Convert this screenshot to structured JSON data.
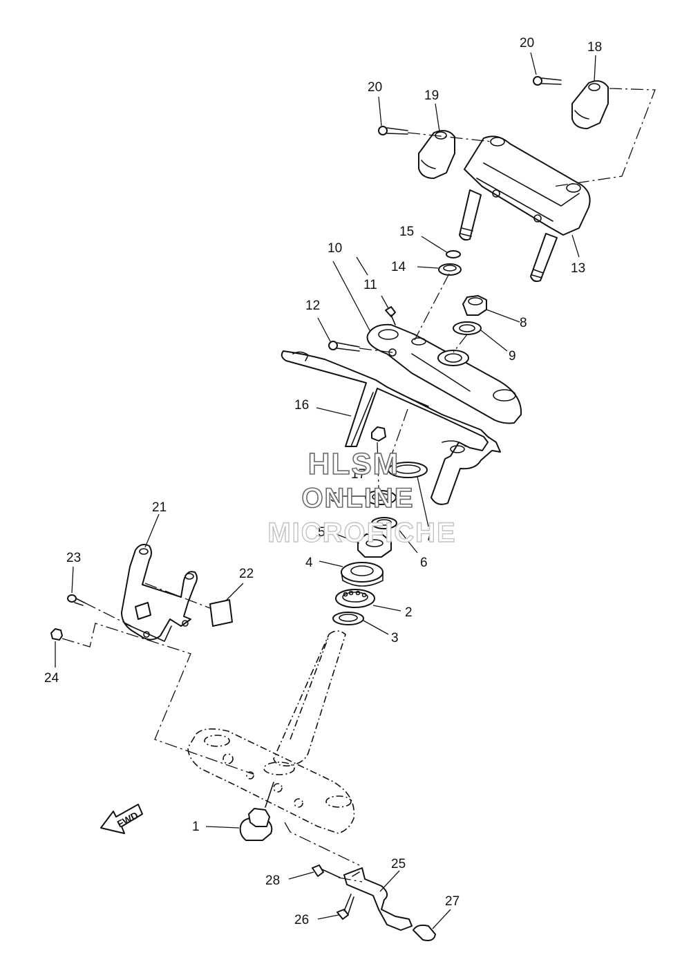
{
  "callouts": [
    "1",
    "2",
    "3",
    "4",
    "5",
    "5",
    "6",
    "7",
    "8",
    "9",
    "10",
    "11",
    "12",
    "13",
    "14",
    "15",
    "16",
    "17",
    "18",
    "19",
    "20",
    "20",
    "21",
    "22",
    "23",
    "24",
    "25",
    "26",
    "27",
    "28"
  ],
  "direction_label": "FWD",
  "watermark": {
    "line1": "HLSM",
    "line2": "ONLINE",
    "line3": "MICROFICHE"
  }
}
